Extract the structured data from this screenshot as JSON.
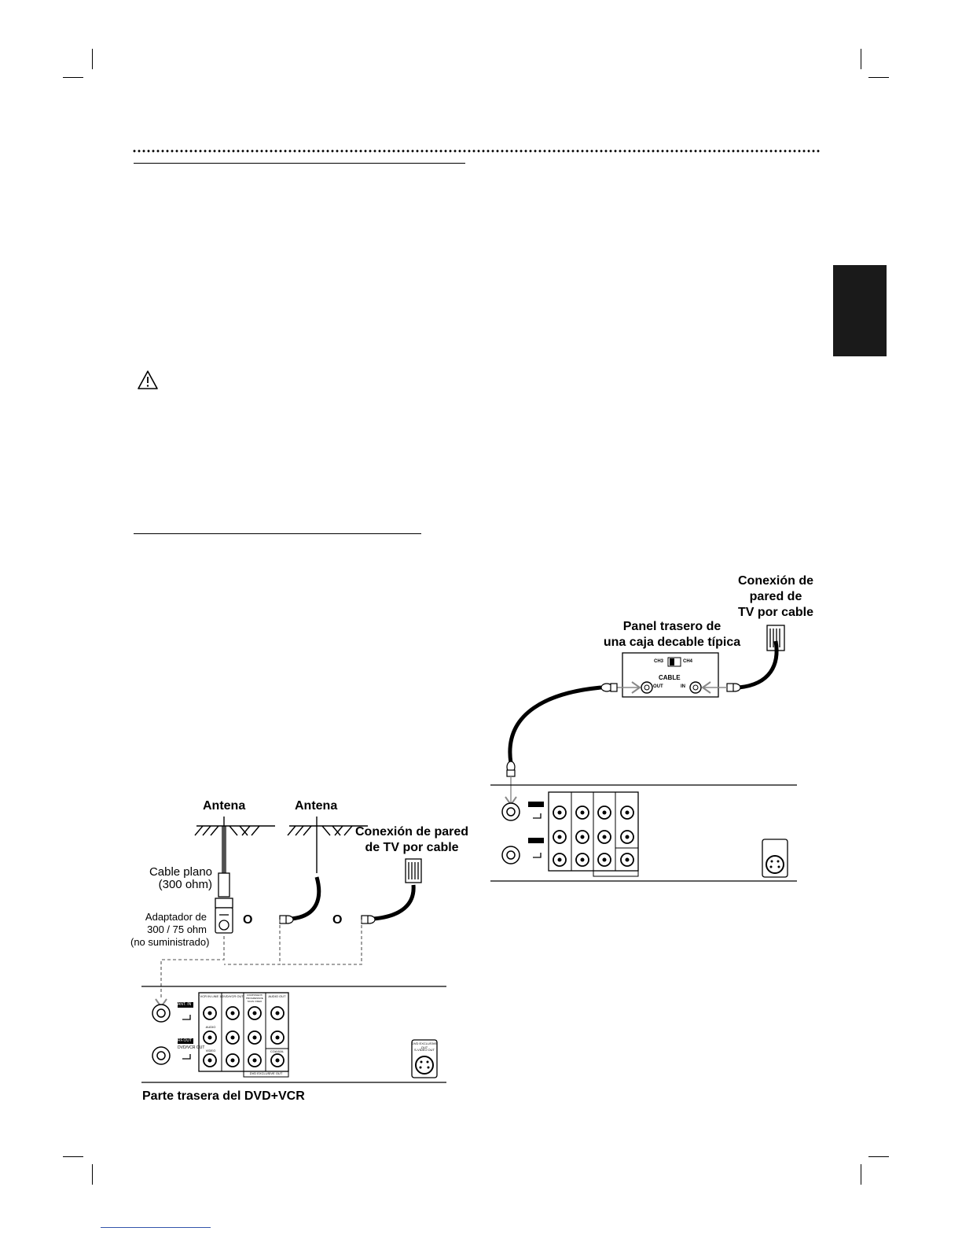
{
  "diagram_left": {
    "antenna_1": "Antena",
    "antenna_2": "Antena",
    "wall_cable_line1": "Conexión de pared",
    "wall_cable_line2": "de TV por cable",
    "flat_cable_line1": "Cable plano",
    "flat_cable_line2": "(300 ohm)",
    "adapter_line1": "Adaptador de",
    "adapter_line2": "300 / 75 ohm",
    "adapter_line3": "(no suministrado)",
    "or_1": "O",
    "or_2": "O",
    "caption": "Parte trasera del DVD+VCR"
  },
  "diagram_right": {
    "wall_line1": "Conexión de",
    "wall_line2": "pared de",
    "wall_line3": "TV por cable",
    "panel_line1": "Panel trasero de",
    "panel_line2": "una caja decable típica",
    "box_ch3": "CH3",
    "box_ch4": "CH4",
    "box_cable": "CABLE",
    "box_out": "OUT",
    "box_in": "IN"
  },
  "rear_panel": {
    "ant_in": "ANT. IN",
    "rf_out": "RF.OUT",
    "dvd_vcr_out": "DVD/VCR OUT",
    "vcr_in": "VCR IN LINE 1",
    "dvd_vcr_out_col": "DVD/VCR OUT",
    "component": "COMPONENT/ PROGRESSIVE SCAN VIDEO",
    "audio_out": "AUDIO OUT",
    "audio": "AUDIO",
    "video": "VIDEO",
    "coaxial": "COAXIAL",
    "dvd_exclusive_out": "DVD EXCLUSIVE OUT",
    "svideo_exclusive": "DVD EXCLUSIVE OUT",
    "svideo_out": "S-VIDEO OUT"
  }
}
